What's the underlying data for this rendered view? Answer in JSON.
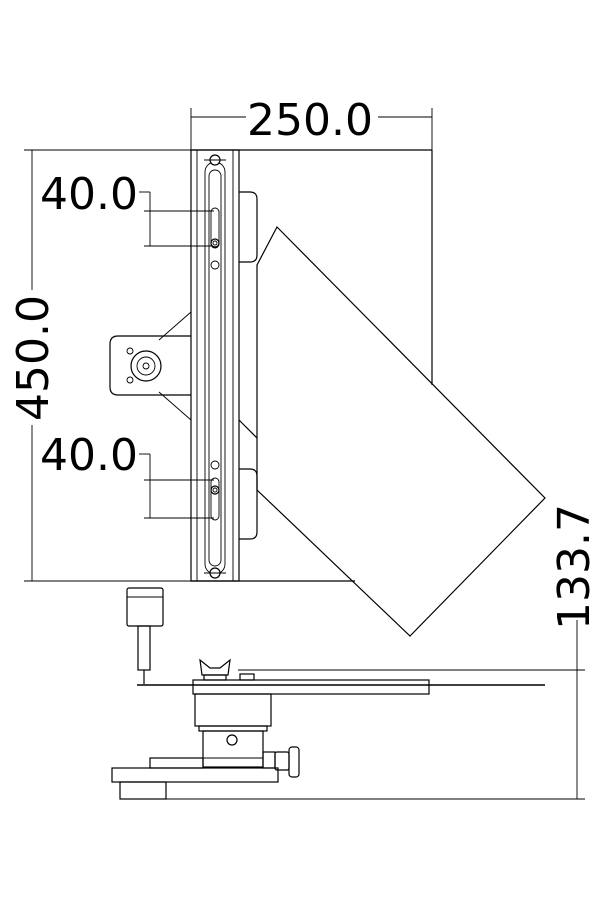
{
  "dimensions": {
    "width": "250.0",
    "height": "450.0",
    "spacing_top": "40.0",
    "spacing_bottom": "40.0",
    "offset": "133.7"
  }
}
